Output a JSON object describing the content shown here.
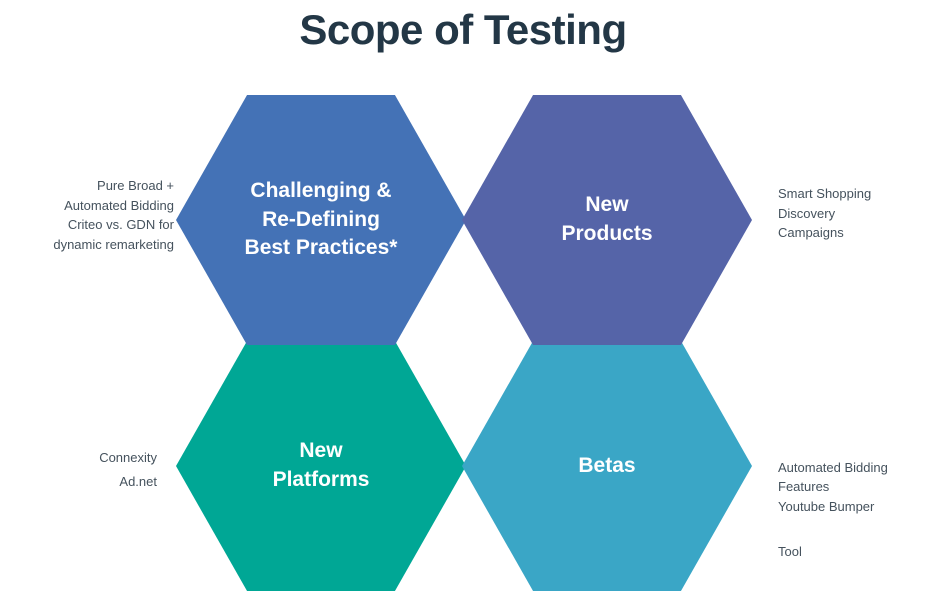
{
  "title": "Scope of Testing",
  "colors": {
    "background": "#FFFFFF",
    "title_text": "#233746",
    "annotation_text": "#45525D",
    "hexagon_label_text": "#FFFFFF"
  },
  "hexagons": [
    {
      "name": "challenging-re-defining-best-practices",
      "label": "Challenging &\nRe-Defining\nBest Practices*",
      "color": "#4472B6"
    },
    {
      "name": "new-products",
      "label": "New\nProducts",
      "color": "#5564A8"
    },
    {
      "name": "new-platforms",
      "label": "New\nPlatforms",
      "color": "#00A795"
    },
    {
      "name": "betas",
      "label": "Betas",
      "color": "#3AA6C6"
    }
  ],
  "annotations": {
    "top_left": {
      "text": "Pure Broad +\nAutomated Bidding\nCriteo vs. GDN for\ndynamic remarketing",
      "align": "right"
    },
    "top_right": {
      "text": "Smart Shopping\nDiscovery\nCampaigns",
      "align": "left"
    },
    "bottom_left": {
      "text": "Connexity\nAd.net",
      "align": "right"
    },
    "bottom_right": {
      "text": "Automated Bidding\nFeatures\nYoutube Bumper",
      "text_2": "Tool",
      "align": "left"
    }
  }
}
